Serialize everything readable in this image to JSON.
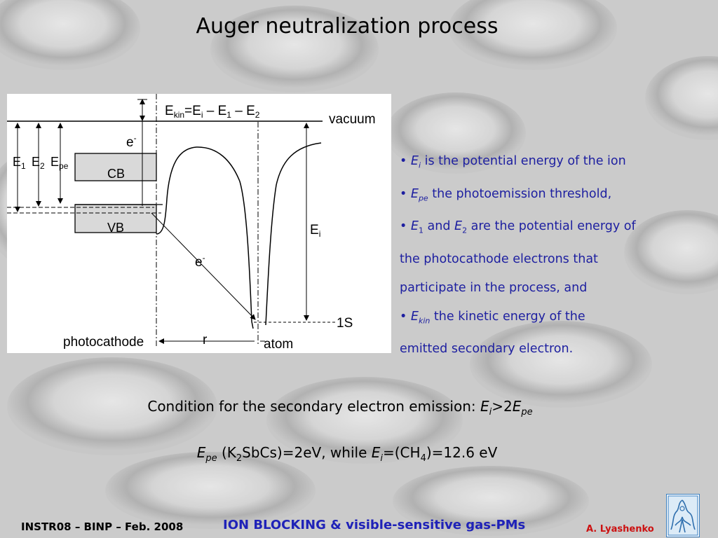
{
  "slide": {
    "title": "Auger neutralization process",
    "diagram": {
      "formula_ekin": "E",
      "formula_ekin_sub": "kin",
      "formula_ekin_rest": "=E",
      "formula_i_sub": "i",
      "formula_minus1": " – E",
      "formula_1_sub": "1",
      "formula_minus2": " – E",
      "formula_2_sub": "2",
      "vacuum": "vacuum",
      "e_minus_top": "e",
      "e_minus_lower": "e",
      "cb": "CB",
      "vb": "VB",
      "E1": "E",
      "E1_sub": "1",
      "E2": "E",
      "E2_sub": "2",
      "Epe": "E",
      "Epe_sub": "pe",
      "Ei": "E",
      "Ei_sub": "i",
      "one_s": "1S",
      "photocathode": "photocathode",
      "r": "r",
      "atom": "atom"
    },
    "bullets": [
      {
        "var": "E",
        "sub": "i",
        "text": " is the potential energy of the ion"
      },
      {
        "var": "E",
        "sub": "pe",
        "text": " the photoemission threshold,"
      },
      {
        "var": "E",
        "sub": "1",
        "mid": " and ",
        "var2": "E",
        "sub2": "2",
        "text": " are the potential energy of"
      },
      {
        "text_only": "the photocathode electrons that"
      },
      {
        "text_only": "participate in the process, and"
      },
      {
        "var": "E",
        "sub": "kin",
        "text": " the kinetic energy of the"
      },
      {
        "text_only": "emitted secondary electron."
      }
    ],
    "condition": {
      "text": "Condition for the secondary electron emission: ",
      "var": "E",
      "sub": "i",
      "rel": ">2",
      "var2": "E",
      "sub2": "pe"
    },
    "formula": {
      "var": "E",
      "sub": "pe",
      "part1": " (K",
      "k_sub": "2",
      "part2": "SbCs)=2eV, while ",
      "var2": "E",
      "sub2": "i",
      "part3": "=(CH",
      "ch_sub": "4",
      "part4": ")=12.6 eV"
    },
    "footer": {
      "left": "INSTR08 – BINP – Feb. 2008",
      "middle": "ION BLOCKING & visible-sensitive gas-PMs",
      "right": "A. Lyashenko"
    }
  },
  "colors": {
    "bullet_text": "#1d1fa0",
    "footer_middle": "#1f22b8",
    "footer_right": "#cc1111",
    "band_fill": "#d9d9d9"
  }
}
